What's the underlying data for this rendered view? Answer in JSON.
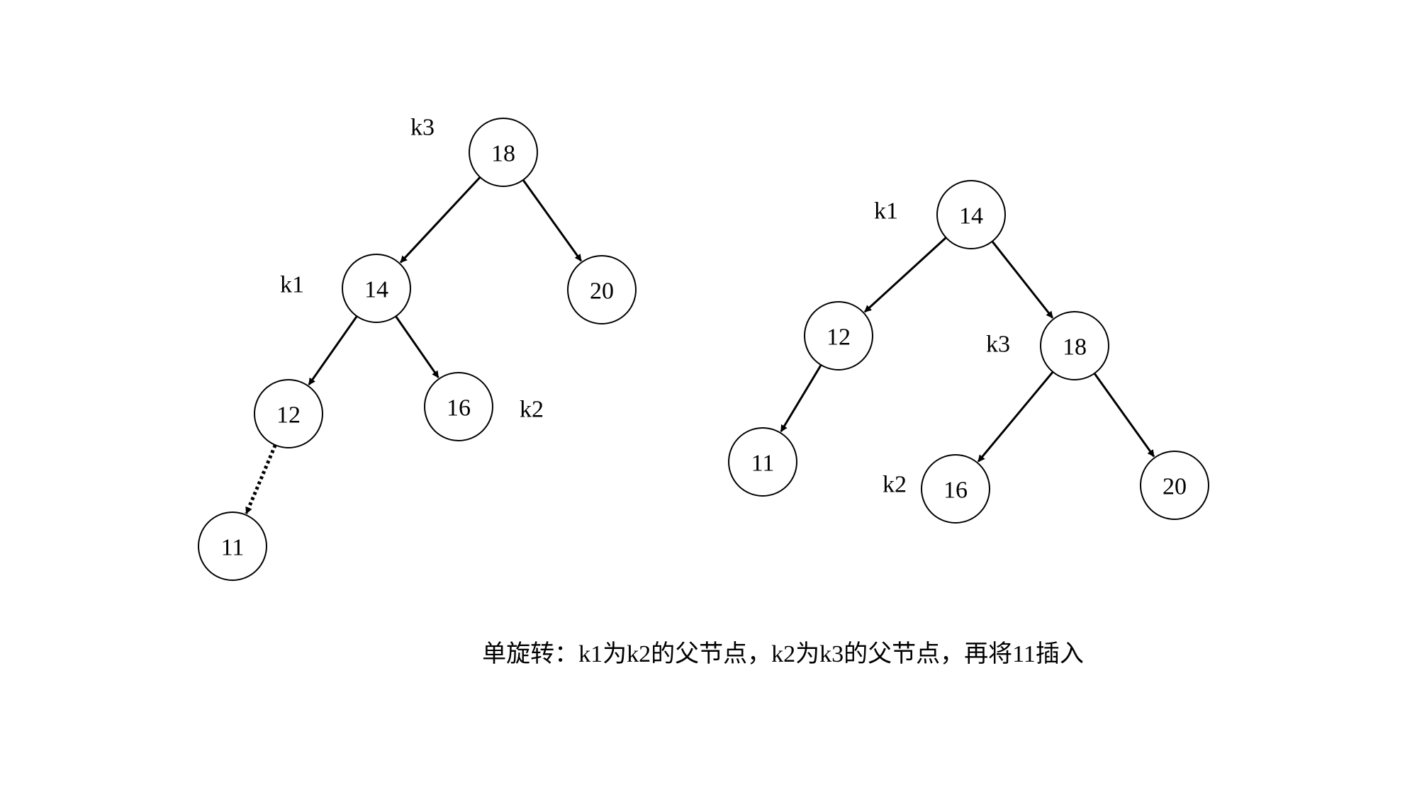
{
  "trees": [
    {
      "id": "before",
      "nodes": [
        {
          "id": "b18",
          "value": "18",
          "tag": "k3"
        },
        {
          "id": "b14",
          "value": "14",
          "tag": "k1"
        },
        {
          "id": "b20",
          "value": "20",
          "tag": ""
        },
        {
          "id": "b12",
          "value": "12",
          "tag": ""
        },
        {
          "id": "b16",
          "value": "16",
          "tag": "k2"
        },
        {
          "id": "b11",
          "value": "11",
          "tag": ""
        }
      ],
      "edges": [
        {
          "from": "b18",
          "to": "b14",
          "style": "solid"
        },
        {
          "from": "b18",
          "to": "b20",
          "style": "solid"
        },
        {
          "from": "b14",
          "to": "b12",
          "style": "solid"
        },
        {
          "from": "b14",
          "to": "b16",
          "style": "solid"
        },
        {
          "from": "b12",
          "to": "b11",
          "style": "dotted"
        }
      ]
    },
    {
      "id": "after",
      "nodes": [
        {
          "id": "a14",
          "value": "14",
          "tag": "k1"
        },
        {
          "id": "a12",
          "value": "12",
          "tag": ""
        },
        {
          "id": "a18",
          "value": "18",
          "tag": "k3"
        },
        {
          "id": "a11",
          "value": "11",
          "tag": ""
        },
        {
          "id": "a16",
          "value": "16",
          "tag": "k2"
        },
        {
          "id": "a20",
          "value": "20",
          "tag": ""
        }
      ],
      "edges": [
        {
          "from": "a14",
          "to": "a12",
          "style": "solid"
        },
        {
          "from": "a14",
          "to": "a18",
          "style": "solid"
        },
        {
          "from": "a12",
          "to": "a11",
          "style": "solid"
        },
        {
          "from": "a18",
          "to": "a16",
          "style": "solid"
        },
        {
          "from": "a18",
          "to": "a20",
          "style": "solid"
        }
      ]
    }
  ],
  "caption": "单旋转：k1为k2的父节点，k2为k3的父节点，再将11插入"
}
